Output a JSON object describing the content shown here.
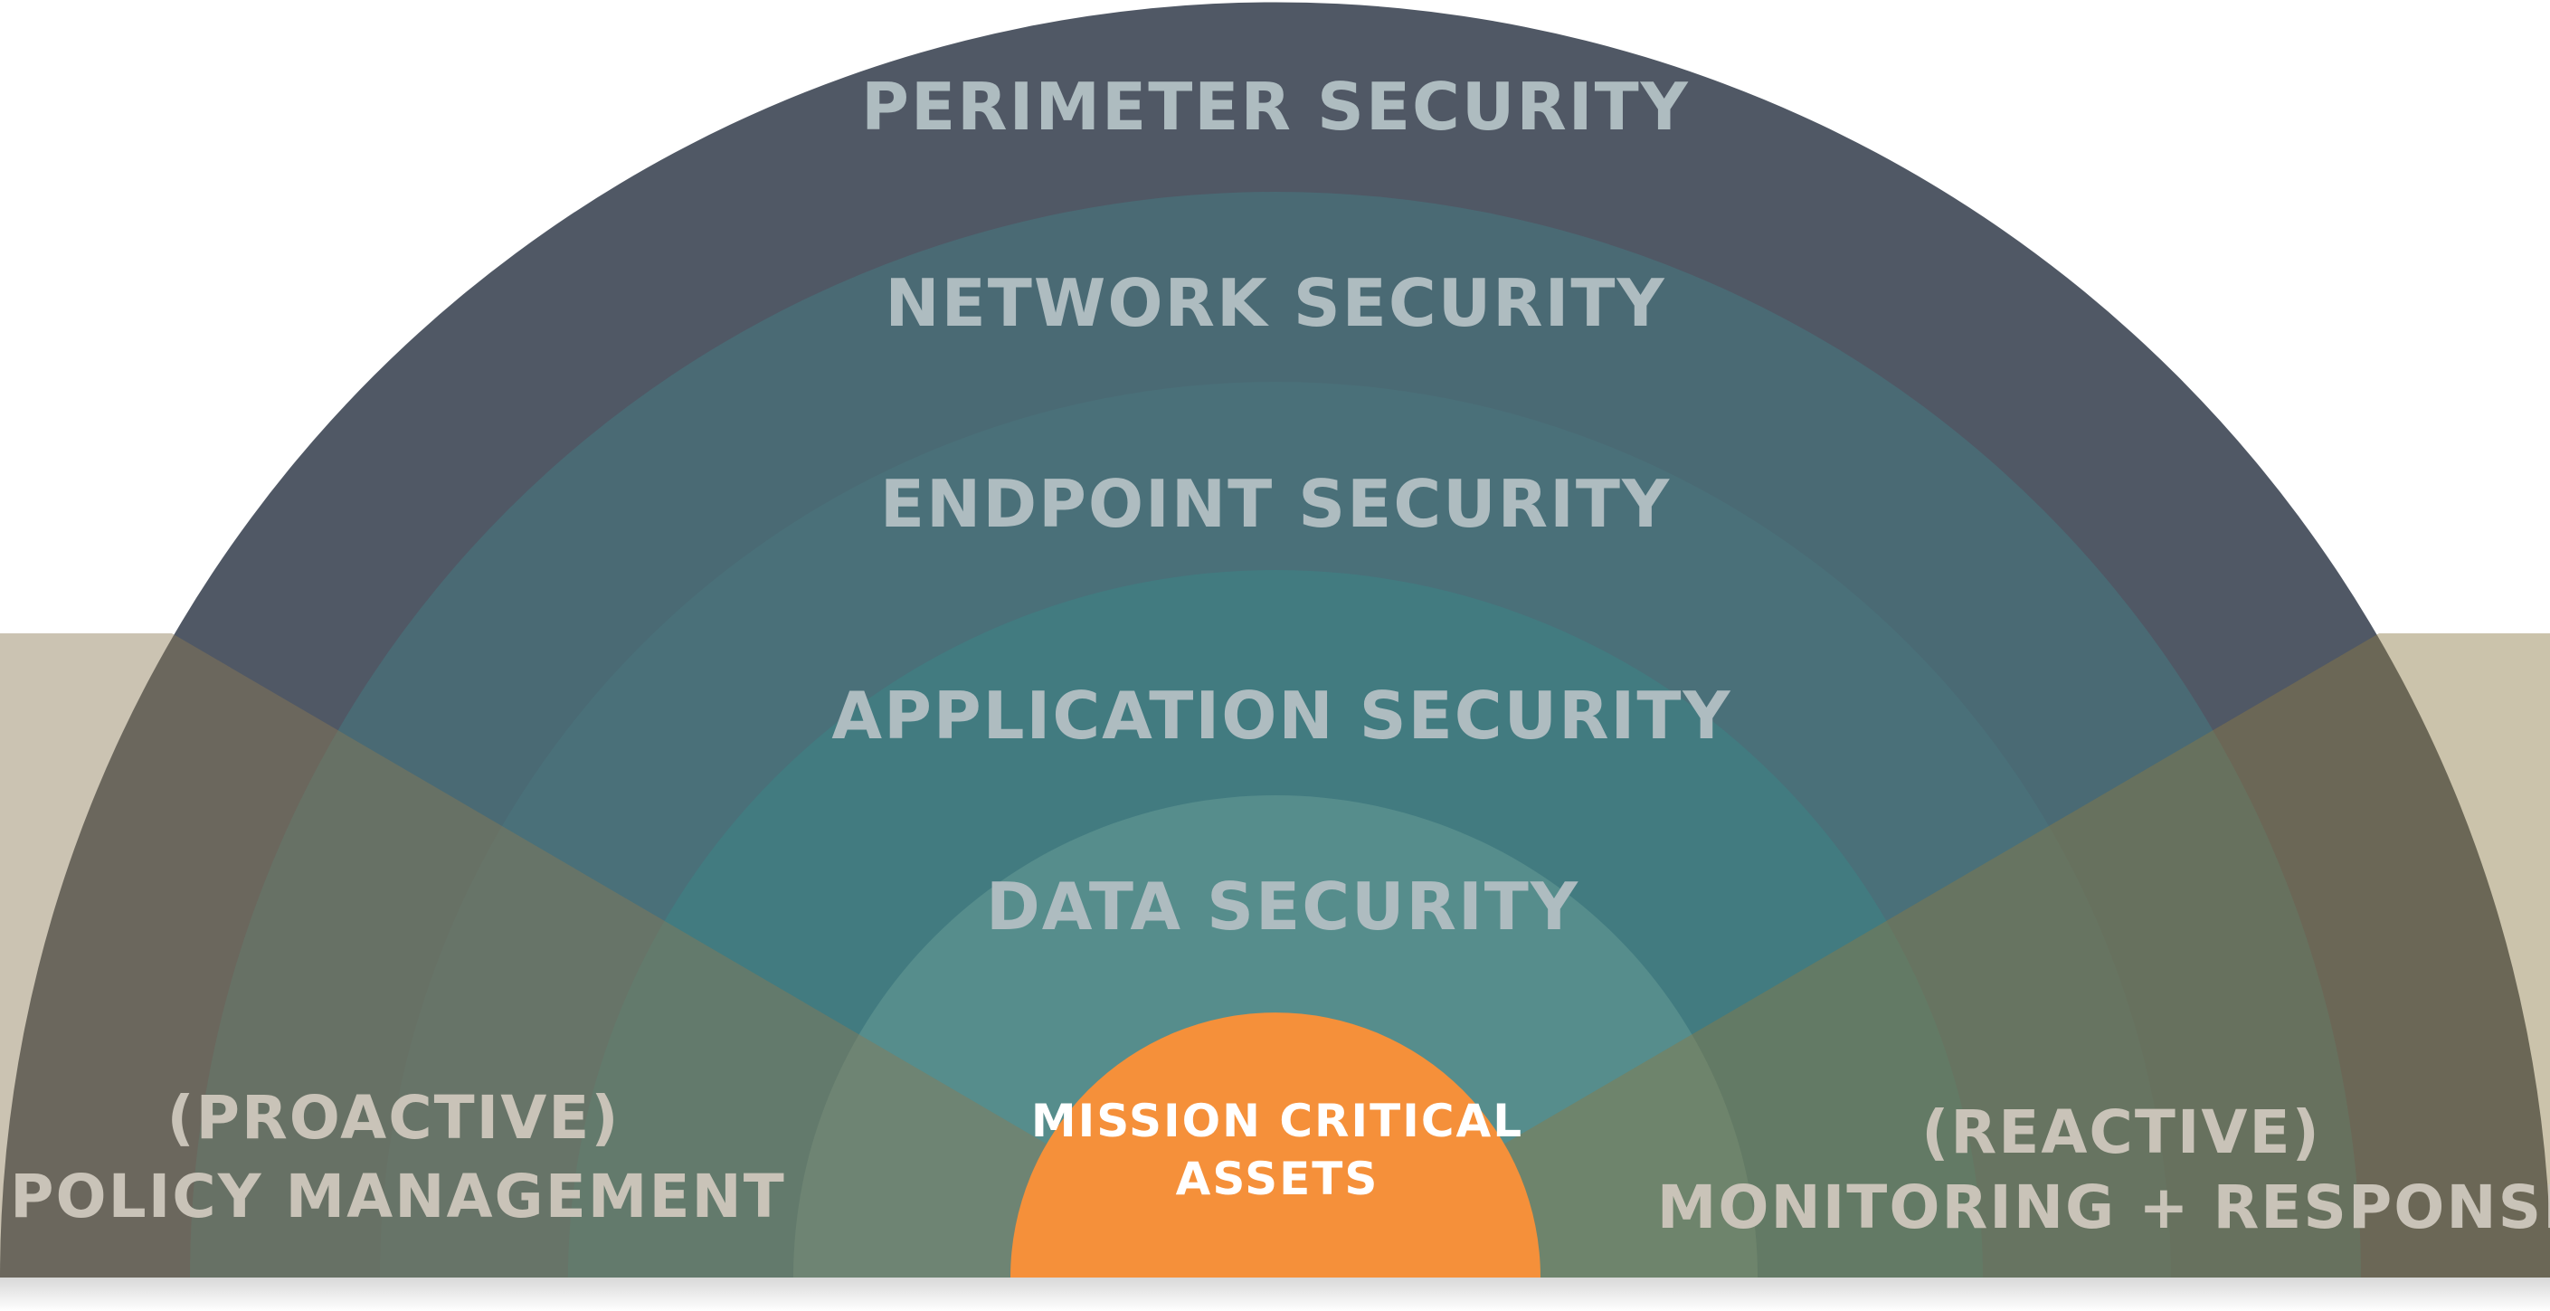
{
  "layers": [
    {
      "label": "PERIMETER SECURITY",
      "color": "#505865"
    },
    {
      "label": "NETWORK SECURITY",
      "color": "#4a6a74"
    },
    {
      "label": "ENDPOINT SECURITY",
      "color": "#4a7079"
    },
    {
      "label": "APPLICATION SECURITY",
      "color": "#427b80"
    },
    {
      "label": "DATA SECURITY",
      "color": "#568d8c"
    }
  ],
  "core": {
    "line1": "MISSION CRITICAL",
    "line2": "ASSETS",
    "color": "#f5903a"
  },
  "left_wedge": {
    "line1": "(PROACTIVE)",
    "line2": "POLICY MANAGEMENT",
    "tint": "#8c7a55"
  },
  "right_wedge": {
    "line1": "(REACTIVE)",
    "line2": "MONITORING + RESPONSE",
    "tint": "#8c7a45"
  },
  "colors": {
    "label_text": "#aebcc0",
    "wedge_text": "#c9c3b8",
    "core_text": "#ffffff"
  }
}
